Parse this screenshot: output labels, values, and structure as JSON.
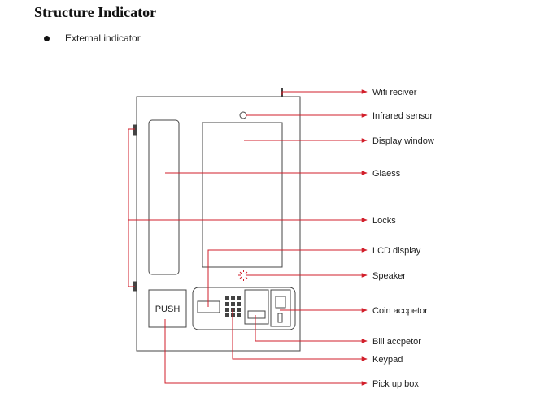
{
  "heading": "Structure Indicator",
  "bullet": "External indicator",
  "push_label": "PUSH",
  "colors": {
    "line": "#444444",
    "arrow": "#d21f2b",
    "text": "#222222"
  },
  "labels": {
    "wifi": "Wifi reciver",
    "infrared": "Infrared sensor",
    "display": "Display window",
    "glass": "Glaess",
    "locks": "Locks",
    "lcd": "LCD display",
    "speaker": "Speaker",
    "coin": "Coin accpetor",
    "bill": "Bill accpetor",
    "keypad": "Keypad",
    "pickup": "Pick up box"
  }
}
